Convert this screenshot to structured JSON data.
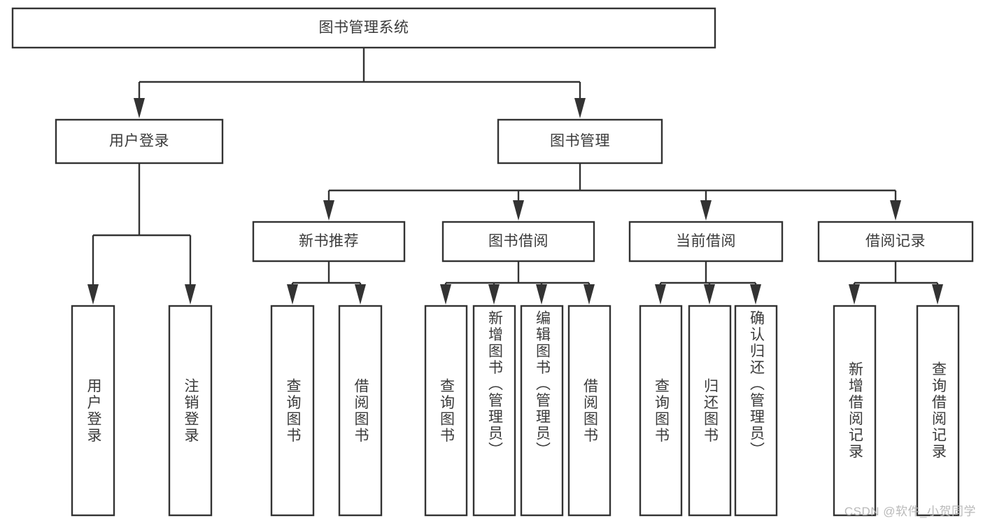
{
  "diagram": {
    "type": "tree",
    "title": "图书管理系统",
    "watermark": "CSDN @软件_小贺同学",
    "colors": {
      "background": "#ffffff",
      "box_fill": "#ffffff",
      "box_stroke": "#333333",
      "connector": "#333333",
      "text": "#3a3a3a",
      "watermark": "#b9b9b9"
    },
    "nodes": {
      "root": {
        "label": "图书管理系统",
        "level": 1,
        "orientation": "horizontal"
      },
      "n_user_login": {
        "label": "用户登录",
        "level": 2,
        "orientation": "horizontal"
      },
      "n_book_mgmt": {
        "label": "图书管理",
        "level": 2,
        "orientation": "horizontal"
      },
      "n_new_book_rec": {
        "label": "新书推荐",
        "level": 3,
        "orientation": "horizontal"
      },
      "n_book_borrow": {
        "label": "图书借阅",
        "level": 3,
        "orientation": "horizontal"
      },
      "n_current_borrow": {
        "label": "当前借阅",
        "level": 3,
        "orientation": "horizontal"
      },
      "n_borrow_record": {
        "label": "借阅记录",
        "level": 3,
        "orientation": "horizontal"
      },
      "l_user_login": {
        "label": "用户登录",
        "level": 4,
        "orientation": "vertical"
      },
      "l_logout": {
        "label": "注销登录",
        "level": 4,
        "orientation": "vertical"
      },
      "l_query_book_1": {
        "label": "查询图书",
        "level": 4,
        "orientation": "vertical"
      },
      "l_borrow_book_1": {
        "label": "借阅图书",
        "level": 4,
        "orientation": "vertical"
      },
      "l_query_book_2": {
        "label": "查询图书",
        "level": 4,
        "orientation": "vertical"
      },
      "l_add_book": {
        "label": "新增图书（管理员）",
        "level": 4,
        "orientation": "vertical"
      },
      "l_edit_book": {
        "label": "编辑图书（管理员）",
        "level": 4,
        "orientation": "vertical"
      },
      "l_borrow_book_2": {
        "label": "借阅图书",
        "level": 4,
        "orientation": "vertical"
      },
      "l_query_book_3": {
        "label": "查询图书",
        "level": 4,
        "orientation": "vertical"
      },
      "l_return_book": {
        "label": "归还图书",
        "level": 4,
        "orientation": "vertical"
      },
      "l_confirm_return": {
        "label": "确认归还（管理员）",
        "level": 4,
        "orientation": "vertical"
      },
      "l_add_record": {
        "label": "新增借阅记录",
        "level": 4,
        "orientation": "vertical"
      },
      "l_query_record": {
        "label": "查询借阅记录",
        "level": 4,
        "orientation": "vertical"
      }
    },
    "edges": [
      {
        "from": "root",
        "to": "n_user_login"
      },
      {
        "from": "root",
        "to": "n_book_mgmt"
      },
      {
        "from": "n_book_mgmt",
        "to": "n_new_book_rec"
      },
      {
        "from": "n_book_mgmt",
        "to": "n_book_borrow"
      },
      {
        "from": "n_book_mgmt",
        "to": "n_current_borrow"
      },
      {
        "from": "n_book_mgmt",
        "to": "n_borrow_record"
      },
      {
        "from": "n_user_login",
        "to": "l_user_login"
      },
      {
        "from": "n_user_login",
        "to": "l_logout"
      },
      {
        "from": "n_new_book_rec",
        "to": "l_query_book_1"
      },
      {
        "from": "n_new_book_rec",
        "to": "l_borrow_book_1"
      },
      {
        "from": "n_book_borrow",
        "to": "l_query_book_2"
      },
      {
        "from": "n_book_borrow",
        "to": "l_add_book"
      },
      {
        "from": "n_book_borrow",
        "to": "l_edit_book"
      },
      {
        "from": "n_book_borrow",
        "to": "l_borrow_book_2"
      },
      {
        "from": "n_current_borrow",
        "to": "l_query_book_3"
      },
      {
        "from": "n_current_borrow",
        "to": "l_return_book"
      },
      {
        "from": "n_current_borrow",
        "to": "l_confirm_return"
      },
      {
        "from": "n_borrow_record",
        "to": "l_add_record"
      },
      {
        "from": "n_borrow_record",
        "to": "l_query_record"
      }
    ]
  }
}
